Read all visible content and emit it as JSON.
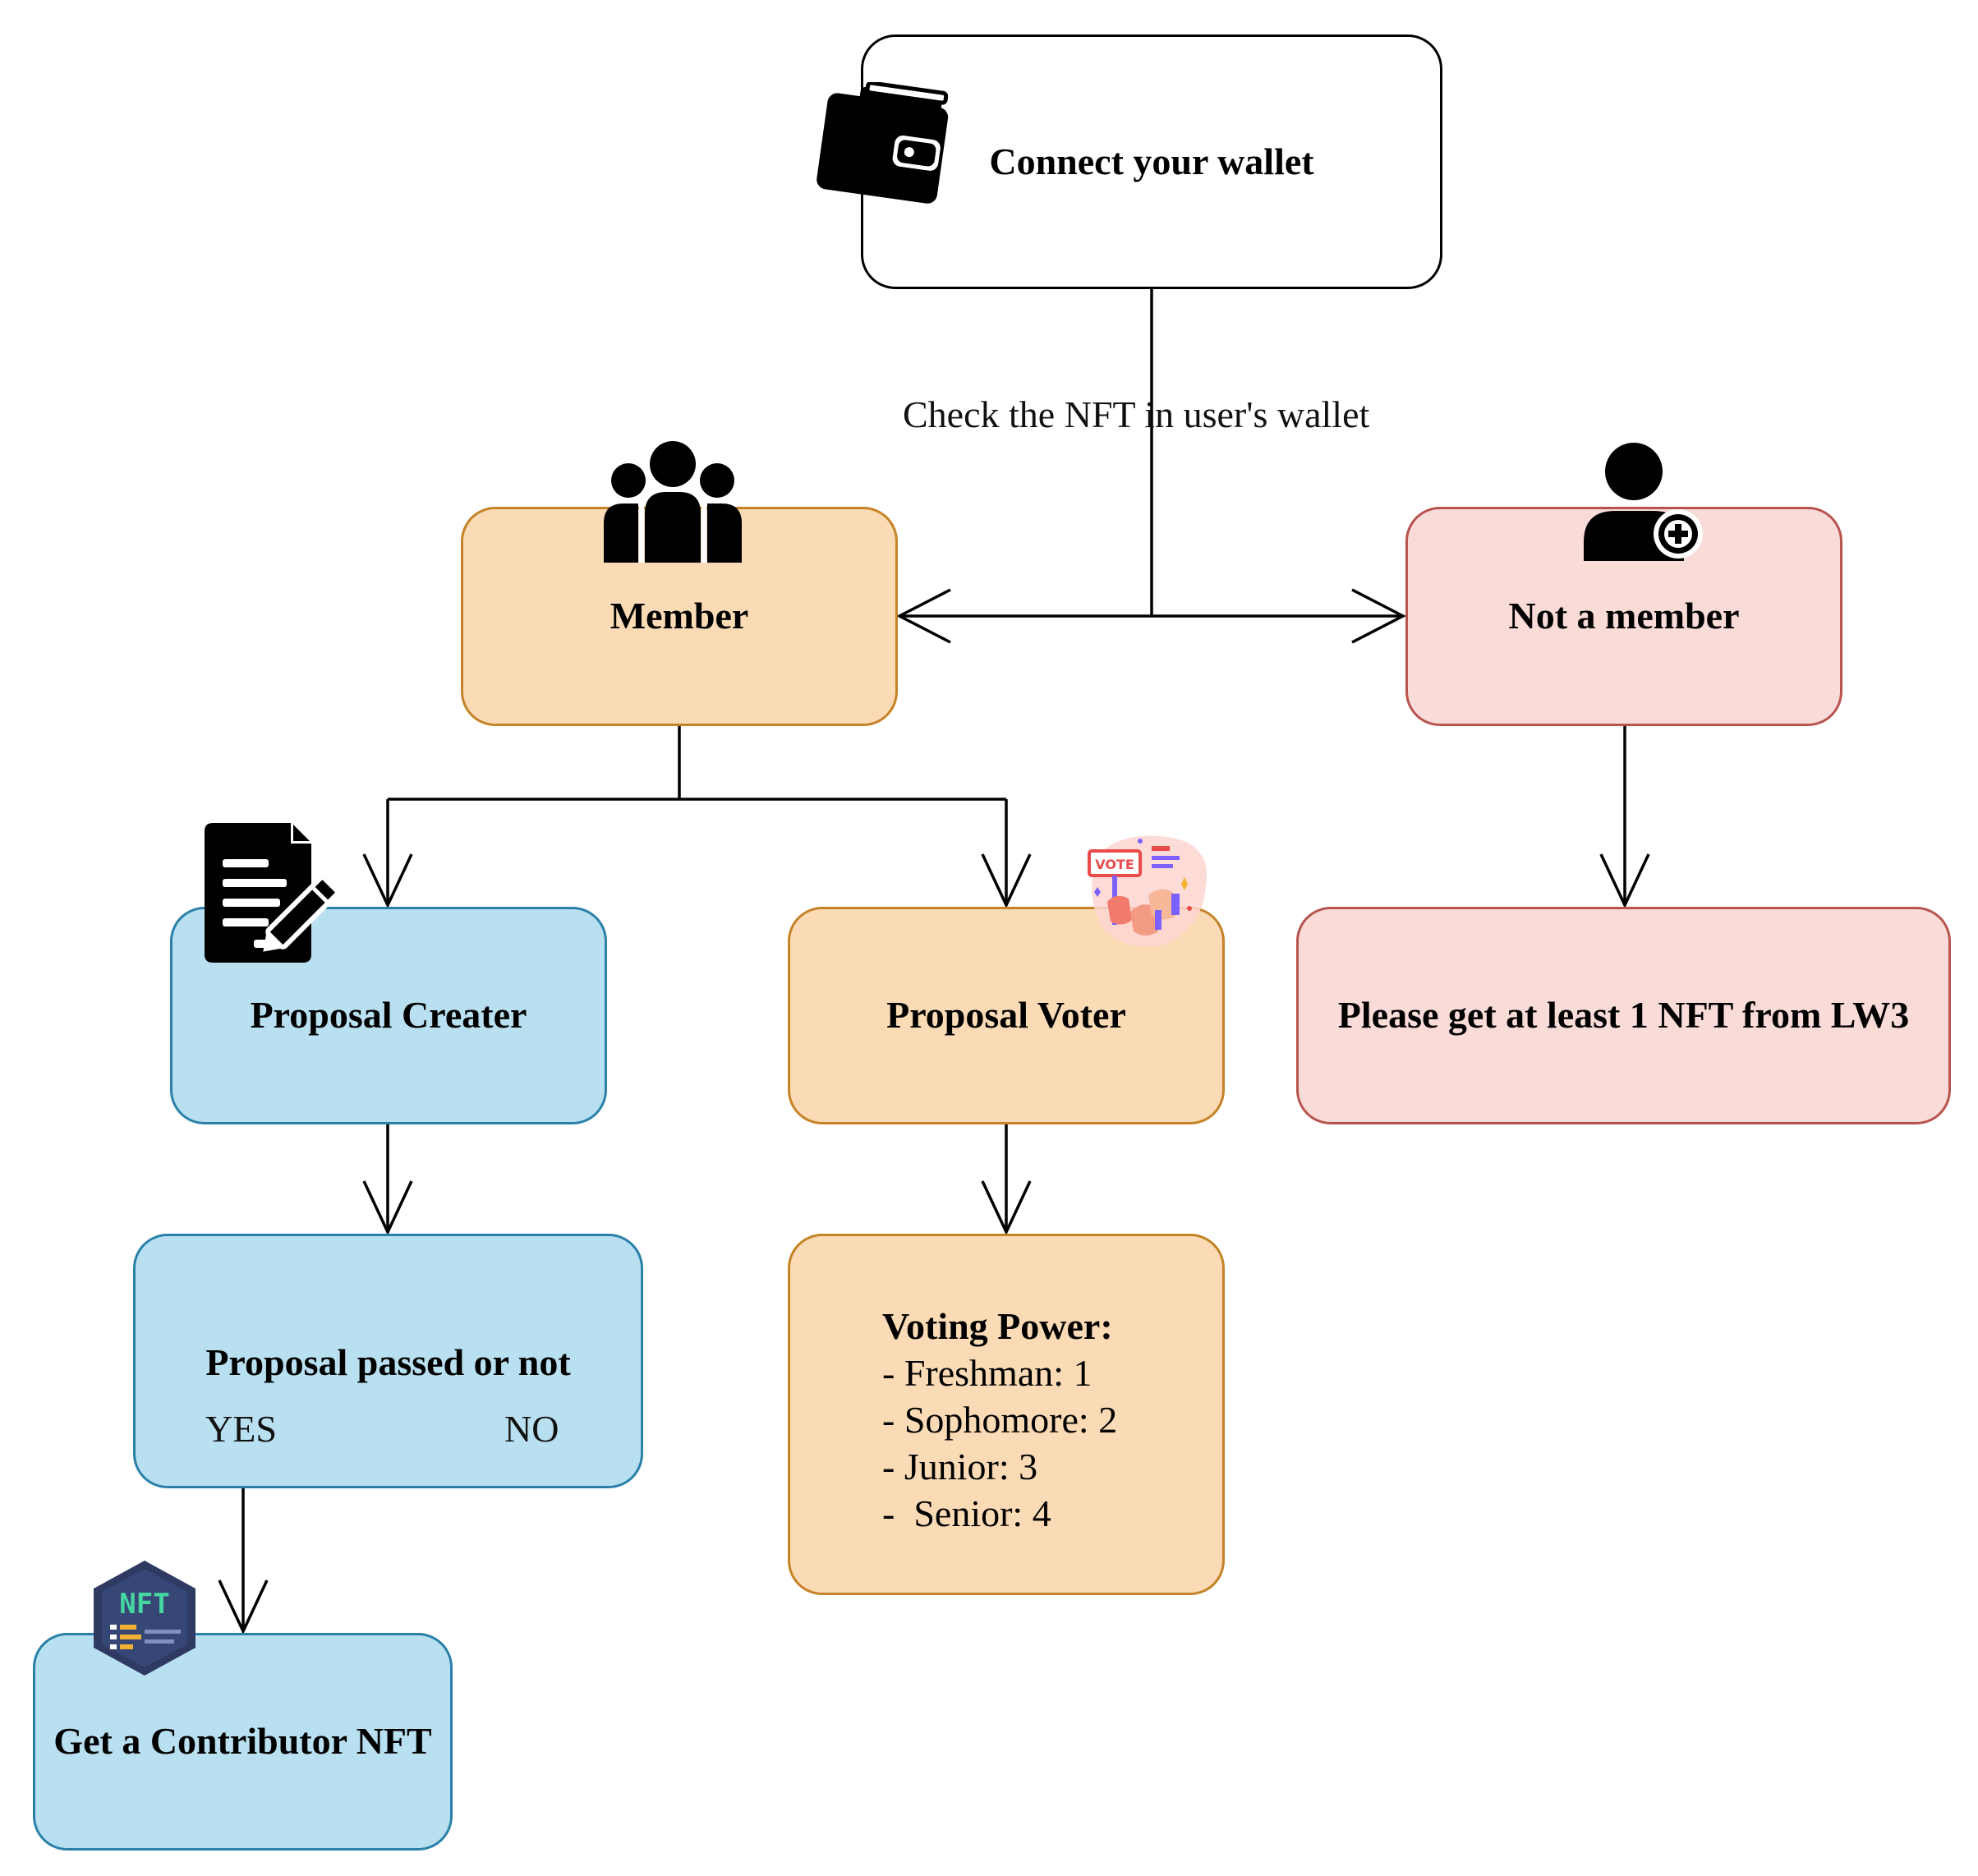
{
  "nodes": {
    "connect_wallet": "Connect your wallet",
    "member": "Member",
    "not_member": "Not a member",
    "proposal_creater": "Proposal Creater",
    "proposal_voter": "Proposal Voter",
    "get_nft": "Please get at least 1 NFT from LW3",
    "proposal_passed": "Proposal passed or not",
    "contributor_nft": "Get a Contributor NFT"
  },
  "edge_labels": {
    "check_nft": "Check the NFT in user's wallet"
  },
  "decision": {
    "yes": "YES",
    "no": "NO"
  },
  "voting_power": {
    "title": "Voting Power:",
    "items": [
      "- Freshman: 1",
      "- Sophomore: 2",
      "- Junior: 3",
      "-  Senior: 4"
    ]
  },
  "icon_text": {
    "vote_sign": "VOTE",
    "nft_badge": "NFT"
  },
  "icons": [
    "wallet-icon",
    "group-icon",
    "add-user-icon",
    "document-edit-icon",
    "vote-icon",
    "nft-badge-icon"
  ],
  "colors": {
    "orange_fill": "#fadbb5",
    "orange_stroke": "#c58226",
    "pink_fill": "#f9dbd8",
    "pink_stroke": "#b8544f",
    "blue_fill": "#b9e0f0",
    "blue_stroke": "#2a80a8"
  }
}
